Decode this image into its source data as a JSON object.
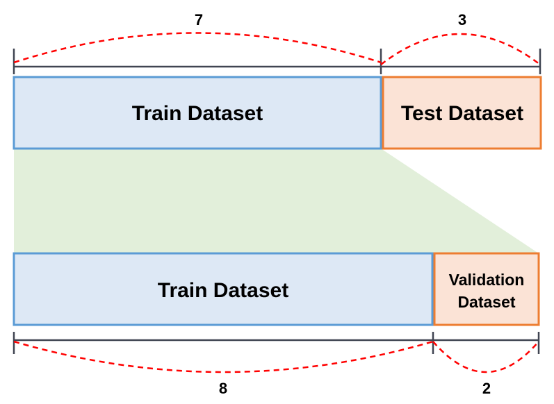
{
  "top_split": {
    "train_label": "Train Dataset",
    "test_label": "Test Dataset",
    "train_ratio": "7",
    "test_ratio": "3"
  },
  "bottom_split": {
    "train_label": "Train Dataset",
    "validation_label_line1": "Validation",
    "validation_label_line2": "Dataset",
    "train_ratio": "8",
    "validation_ratio": "2"
  },
  "colors": {
    "train_fill": "#dde8f5",
    "train_border": "#5b9bd5",
    "test_fill": "#fbe3d6",
    "test_border": "#ed7d31",
    "expansion_fill": "#e2efda",
    "brace": "#ff0000",
    "scale_line": "#404552"
  }
}
